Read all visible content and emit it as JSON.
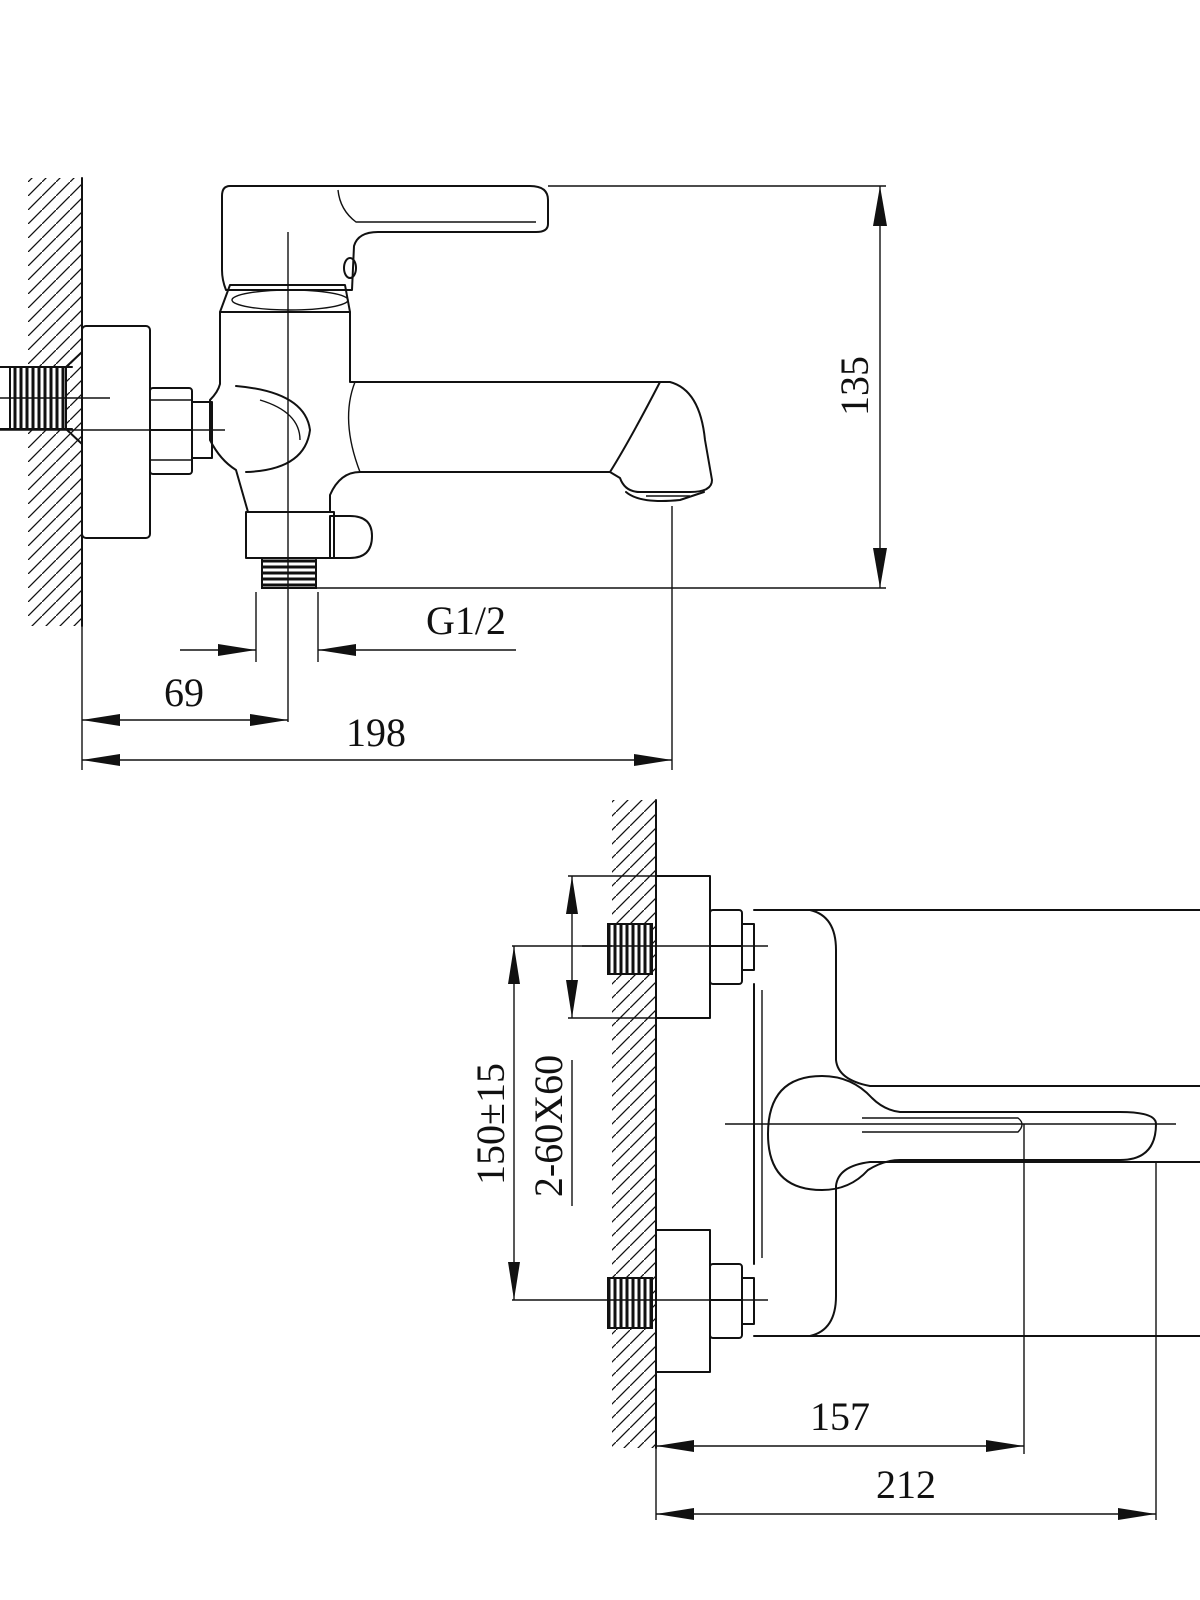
{
  "side_view": {
    "dim_height": "135",
    "dim_thread": "G1/2",
    "dim_inlet_offset": "69",
    "dim_reach": "198"
  },
  "top_view": {
    "dim_center_distance": "150±15",
    "dim_eccentric": "2-60X60",
    "dim_handle_reach": "157",
    "dim_total_reach": "212"
  }
}
